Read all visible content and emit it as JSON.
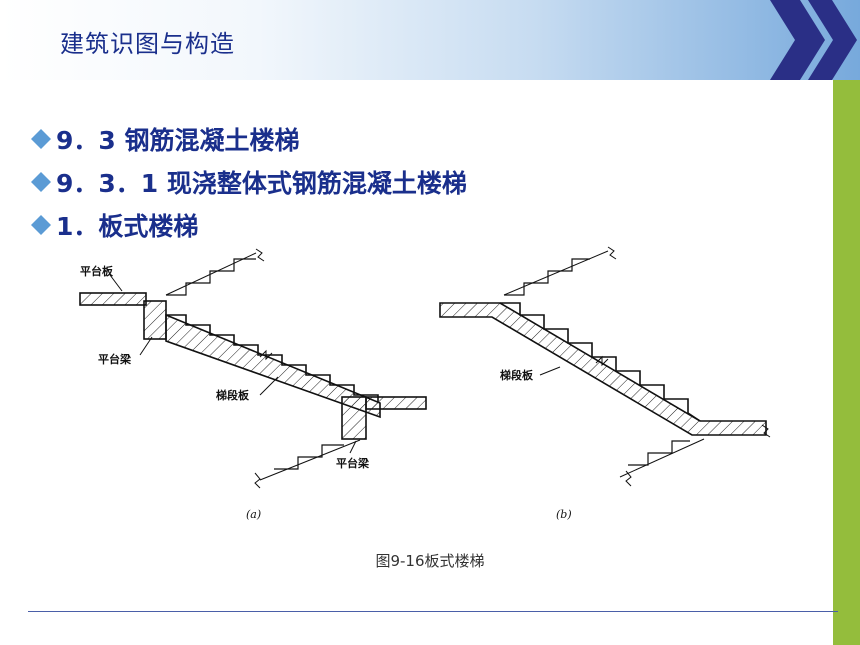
{
  "header": {
    "title": "建筑识图与构造"
  },
  "bullets": [
    {
      "text": "9．3 钢筋混凝土楼梯"
    },
    {
      "text": "9．3．1  现浇整体式钢筋混凝土楼梯"
    },
    {
      "text": "1．板式楼梯"
    }
  ],
  "figure": {
    "a": {
      "landing_slab": "平台板",
      "landing_beam_top": "平台梁",
      "stair_slab": "梯段板",
      "landing_beam_bottom": "平台梁",
      "sublabel": "(a)"
    },
    "b": {
      "stair_slab": "梯段板",
      "sublabel": "(b)"
    },
    "caption": "图9-16板式楼梯"
  },
  "colors": {
    "title": "#1a2f8c",
    "accent_green": "#94bd3c",
    "header_blue": "#77a9dc",
    "chevron_navy": "#22267a"
  }
}
